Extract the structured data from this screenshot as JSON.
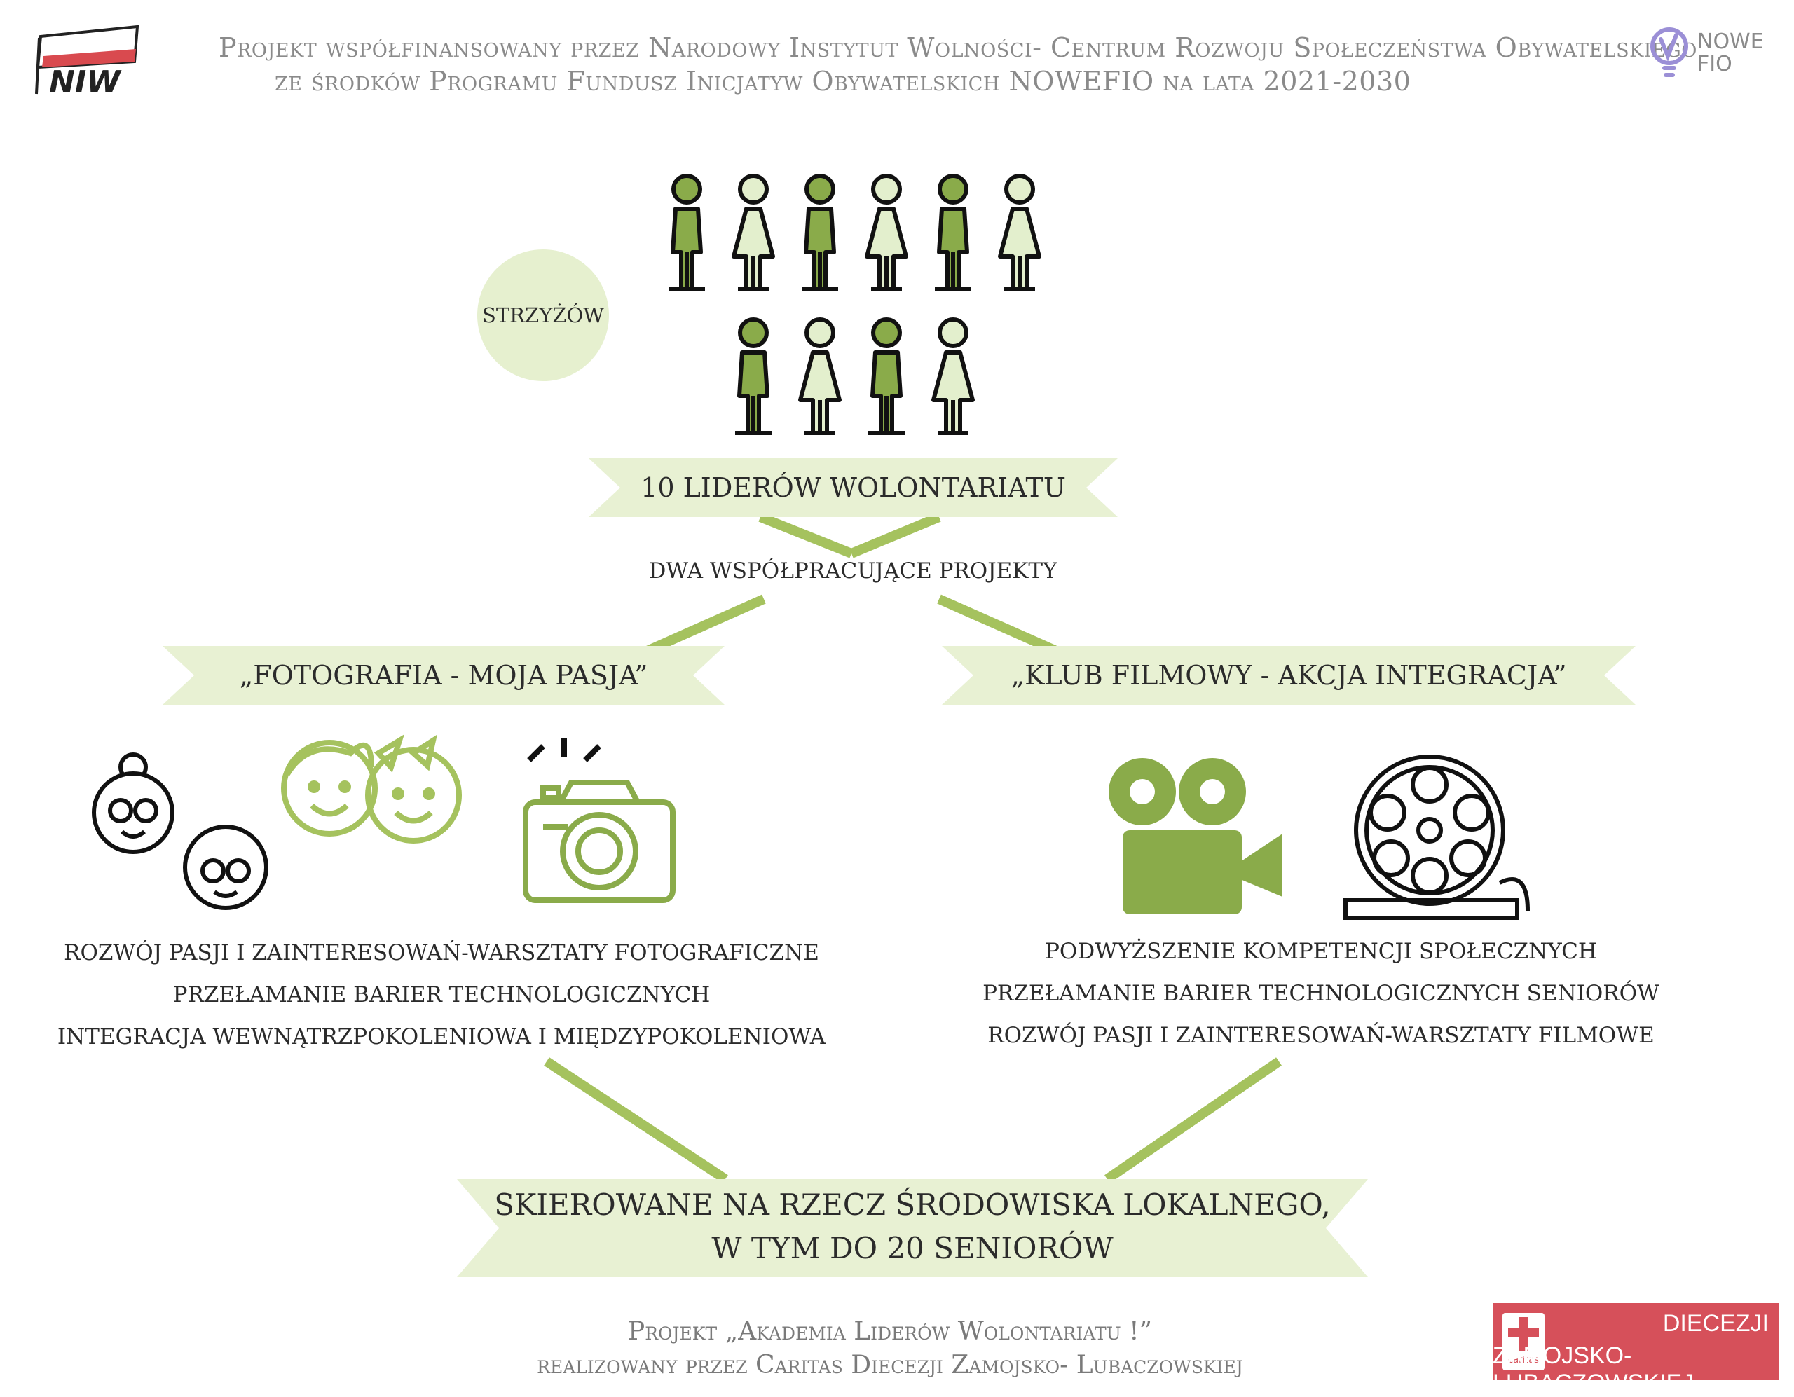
{
  "header": {
    "niw_logo_text": "NIW",
    "line1": "Projekt współfinansowany przez Narodowy Instytut Wolności- Centrum Rozwoju Społeczeństwa Obywatelskiego",
    "line2": "ze środków Programu Fundusz Inicjatyw Obywatelskich NOWEFIO na lata 2021-2030",
    "fio_logo_line1": "NOWE",
    "fio_logo_line2": "FIO"
  },
  "location_badge": "STRZYŻÓW",
  "top_banner": "10 LIDERÓW WOLONTARIATU",
  "connector_label": "DWA WSPÓŁPRACUJĄCE PROJEKTY",
  "projects": [
    {
      "title": "„FOTOGRAFIA - MOJA PASJA”",
      "points": [
        "ROZWÓJ PASJI I ZAINTERESOWAŃ-WARSZTATY FOTOGRAFICZNE",
        "PRZEŁAMANIE BARIER TECHNOLOGICZNYCH",
        "INTEGRACJA WEWNĄTRZPOKOLENIOWA I MIĘDZYPOKOLENIOWA"
      ]
    },
    {
      "title": "„KLUB FILMOWY - AKCJA INTEGRACJA”",
      "points": [
        "PODWYŻSZENIE KOMPETENCJI SPOŁECZNYCH",
        "PRZEŁAMANIE BARIER TECHNOLOGICZNYCH SENIORÓW",
        "ROZWÓJ PASJI I ZAINTERESOWAŃ-WARSZTATY FILMOWE"
      ]
    }
  ],
  "bottom_banner": {
    "line1": "SKIEROWANE NA RZECZ ŚRODOWISKA LOKALNEGO,",
    "line2": "W TYM DO 20 SENIORÓW"
  },
  "footer": {
    "line1": "Projekt „Akademia Liderów Wolontariatu !”",
    "line2": "realizowany przez Caritas Diecezji Zamojsko- Lubaczowskiej"
  },
  "caritas_logo": {
    "small": "caritas",
    "line1": "DIECEZJI",
    "line2": "ZAMOJSKO-LUBACZOWSKIEJ"
  },
  "colors": {
    "green_dark": "#8aab4a",
    "green_light": "#e6f0cf",
    "figure_light": "#e3efcd",
    "banner": "#e8f1d3",
    "caritas_red": "#d6505a",
    "niw_red": "#d94a4f"
  }
}
